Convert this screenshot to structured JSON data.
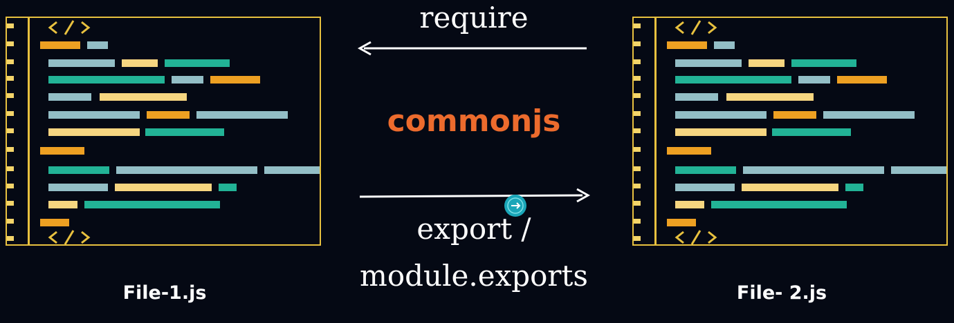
{
  "labels": {
    "require": "require",
    "commonjs": "commonjs",
    "export_line1": "export /",
    "export_line2": "module.exports"
  },
  "files": [
    {
      "name": "File-1.js"
    },
    {
      "name": "File- 2.js"
    }
  ],
  "icons": {
    "code_tag": "code-tag-icon",
    "cursor": "cursor-arrow-icon"
  },
  "colors": {
    "background": "#050914",
    "frame": "#e8c13f",
    "commonjs_text": "#ec6b2d",
    "bar_orange": "#eea022",
    "bar_blue": "#93bec6",
    "bar_yellow": "#f6d580",
    "bar_teal": "#22b396",
    "cursor": "#1aa6b8"
  }
}
